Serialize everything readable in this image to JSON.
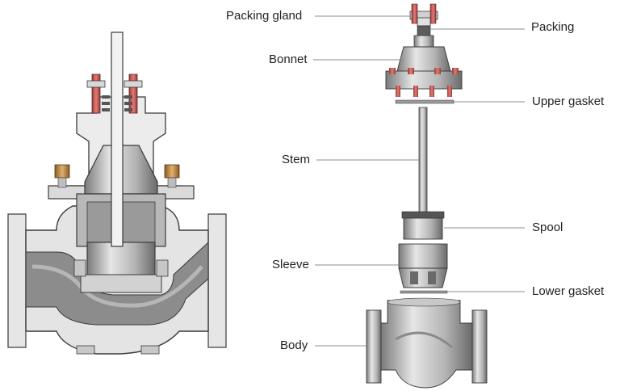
{
  "diagram": {
    "labels": {
      "packing_gland": "Packing gland",
      "packing": "Packing",
      "bonnet": "Bonnet",
      "upper_gasket": "Upper gasket",
      "stem": "Stem",
      "spool": "Spool",
      "sleeve": "Sleeve",
      "lower_gasket": "Lower gasket",
      "body": "Body"
    },
    "colors": {
      "metal_light": "#dcdcdc",
      "metal_mid": "#a8a8a8",
      "metal_dark": "#6e6e6e",
      "bolt_red": "#c0504d",
      "bolt_brass": "#b07a3a",
      "leader_line": "#8c8c8c",
      "outline": "#3a3a3a"
    }
  }
}
